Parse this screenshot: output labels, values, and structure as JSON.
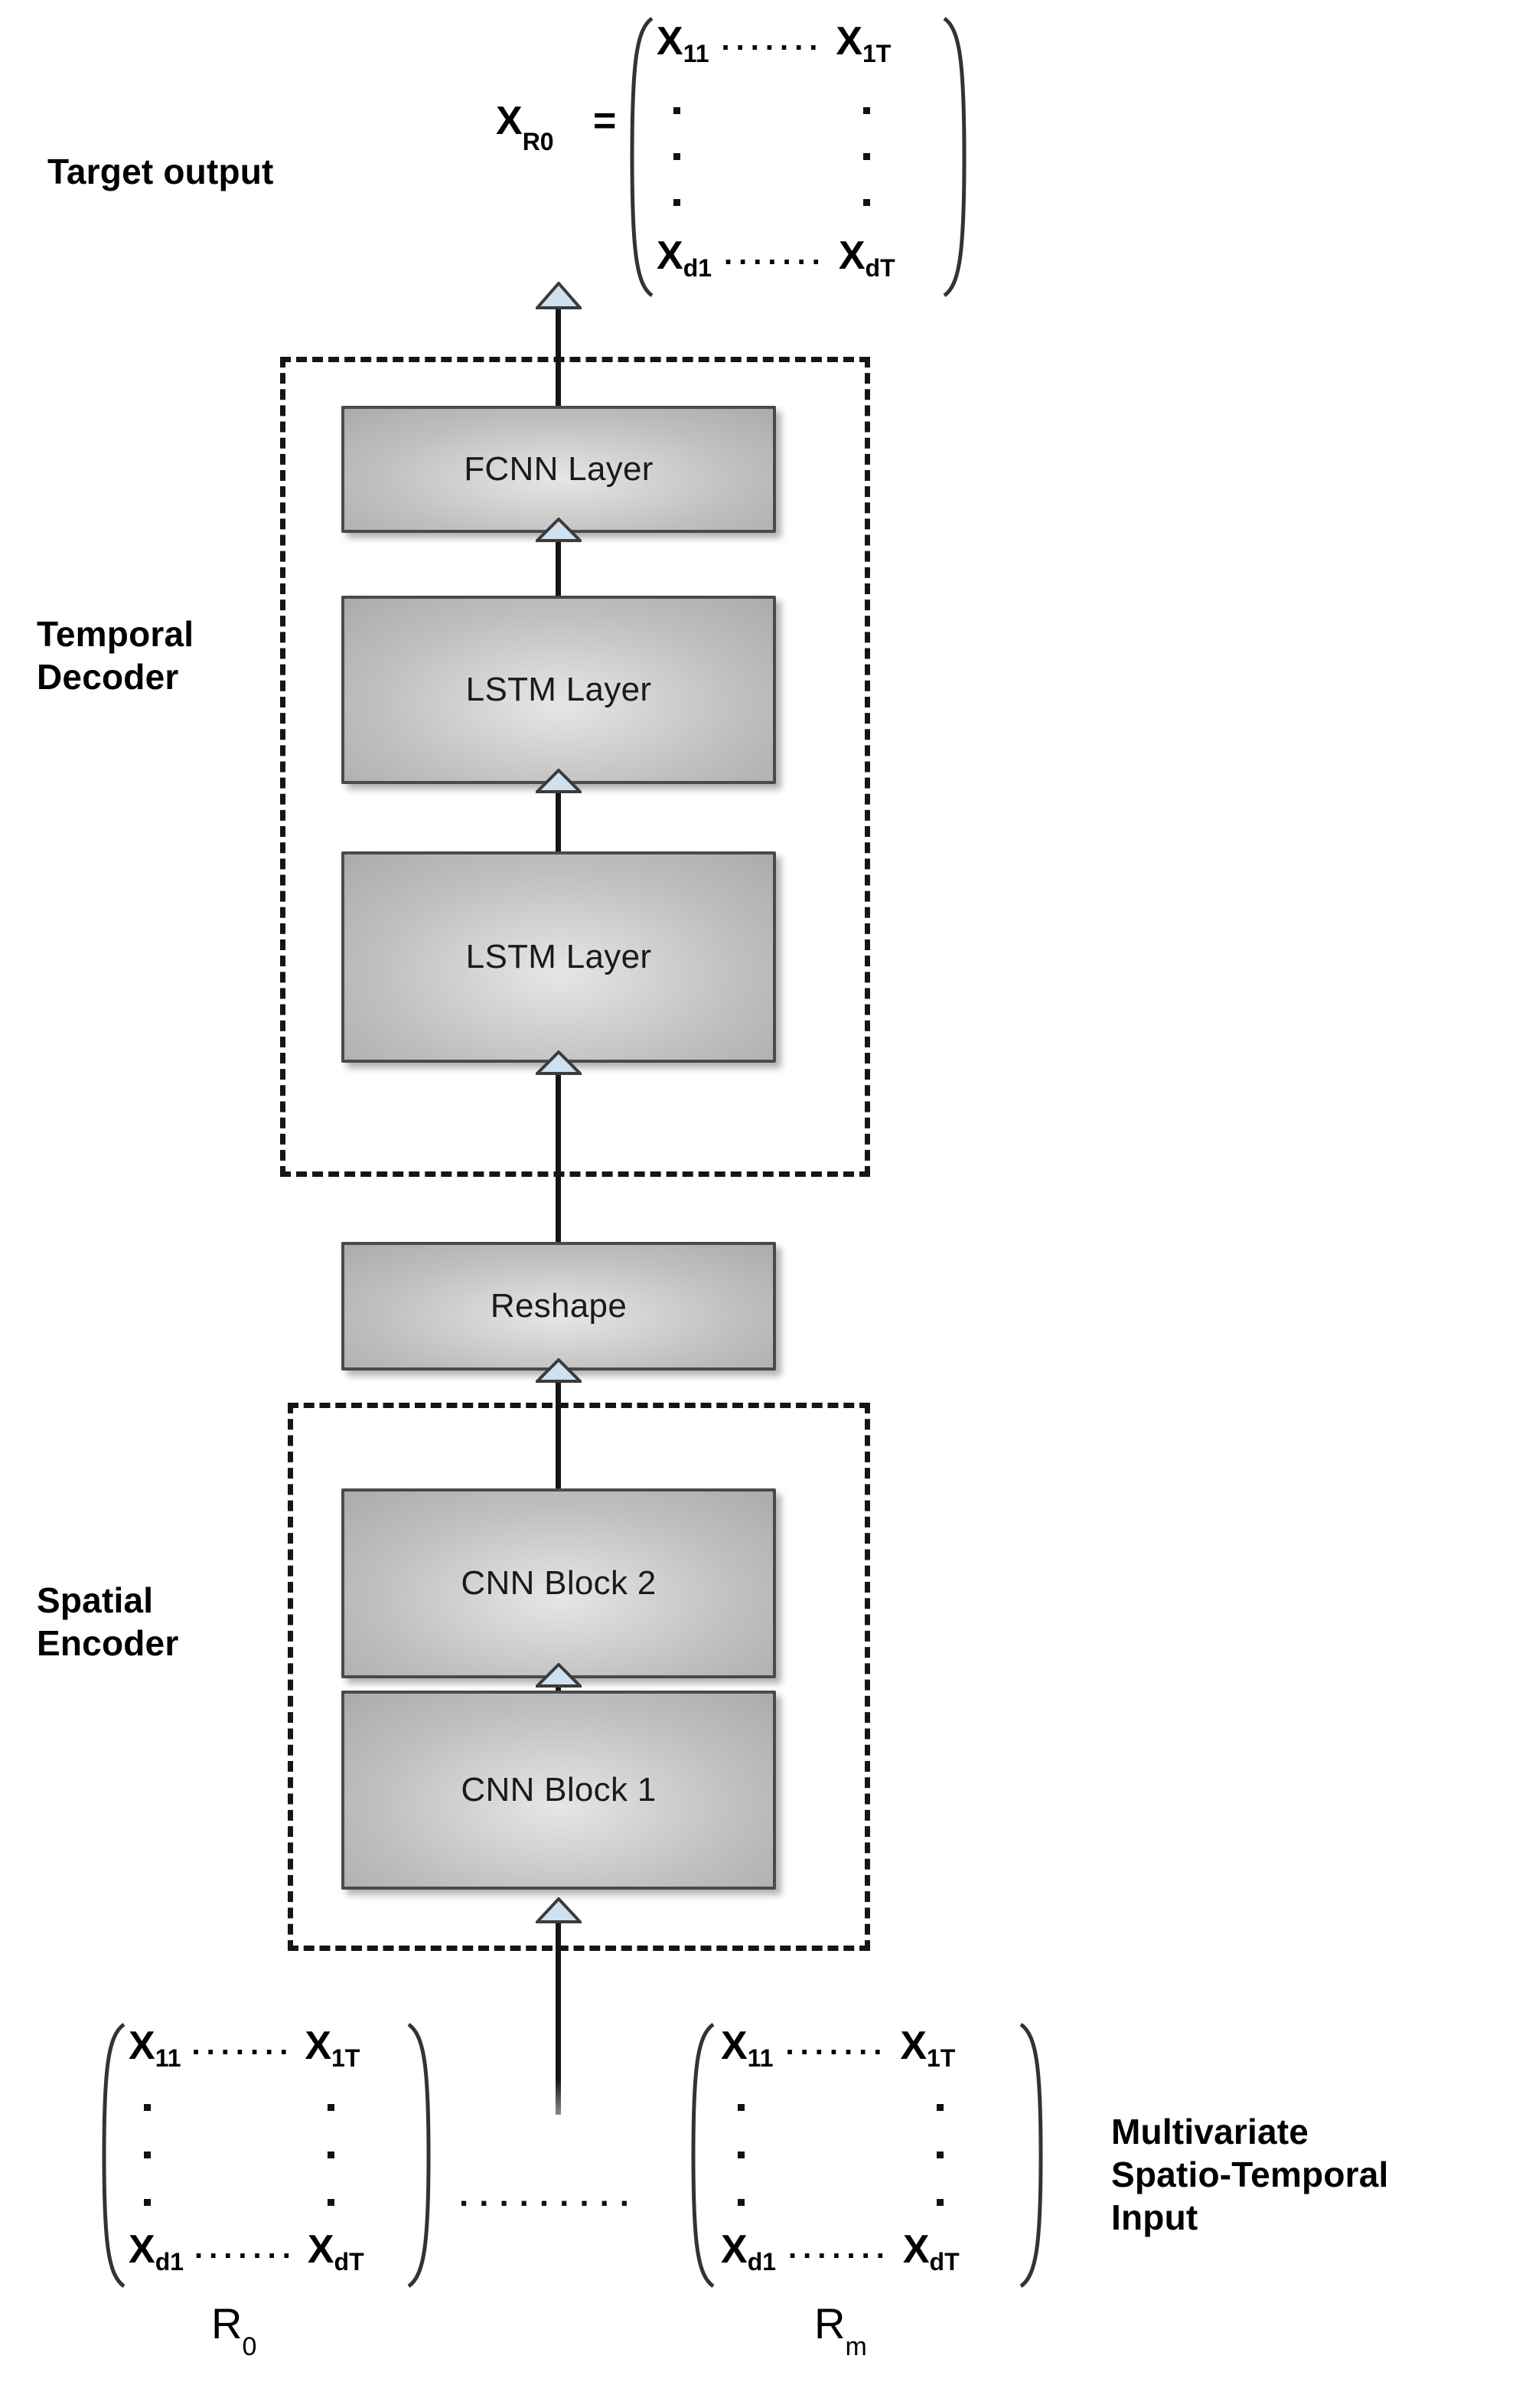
{
  "figure": {
    "title_semantic": "CNN-LSTM encoder-decoder architecture for multivariate spatio-temporal data"
  },
  "labels": {
    "target_output": "Target output",
    "temporal_decoder": "Temporal\nDecoder",
    "spatial_encoder": "Spatial\nEncoder",
    "multivariate_input": "Multivariate\nSpatio-Temporal\nInput"
  },
  "blocks": [
    {
      "id": "fcnn",
      "label": "FCNN Layer"
    },
    {
      "id": "lstm2",
      "label": "LSTM Layer"
    },
    {
      "id": "lstm1",
      "label": "LSTM Layer"
    },
    {
      "id": "reshape",
      "label": "Reshape"
    },
    {
      "id": "cnn2",
      "label": "CNN Block 2"
    },
    {
      "id": "cnn1",
      "label": "CNN Block 1"
    }
  ],
  "groups": {
    "decoder_label": "Temporal Decoder",
    "encoder_label": "Spatial Encoder"
  },
  "output_matrix": {
    "name": "X",
    "name_sub": "R0",
    "equals": "=",
    "top_left": "X",
    "top_left_sub": "11",
    "top_right": "X",
    "top_right_sub": "1T",
    "bottom_left": "X",
    "bottom_left_sub": "d1",
    "bottom_right": "X",
    "bottom_right_sub": "dT",
    "row_dots": ".......",
    "col_dots": "3 vertical dots"
  },
  "input_matrices": [
    {
      "id": "R0",
      "caption": "R",
      "caption_sub": "0",
      "top_left": "X",
      "top_left_sub": "11",
      "top_right": "X",
      "top_right_sub": "1T",
      "bottom_left": "X",
      "bottom_left_sub": "d1",
      "bottom_right": "X",
      "bottom_right_sub": "dT",
      "row_dots": "......."
    },
    {
      "id": "Rm",
      "caption": "R",
      "caption_sub": "m",
      "top_left": "X",
      "top_left_sub": "11",
      "top_right": "X",
      "top_right_sub": "1T",
      "bottom_left": "X",
      "bottom_left_sub": "d1",
      "bottom_right": "X",
      "bottom_right_sub": "dT",
      "row_dots": "......."
    }
  ],
  "between_matrices_dots": ".........",
  "colors": {
    "box_border": "#4a4a4a",
    "box_fill_light": "#e6e6e6",
    "box_fill_dark": "#ababab",
    "line": "#151515",
    "dashed_group": "#151515",
    "arrow_fill": "#cfe0ef",
    "text": "#000000",
    "background": "#ffffff"
  }
}
